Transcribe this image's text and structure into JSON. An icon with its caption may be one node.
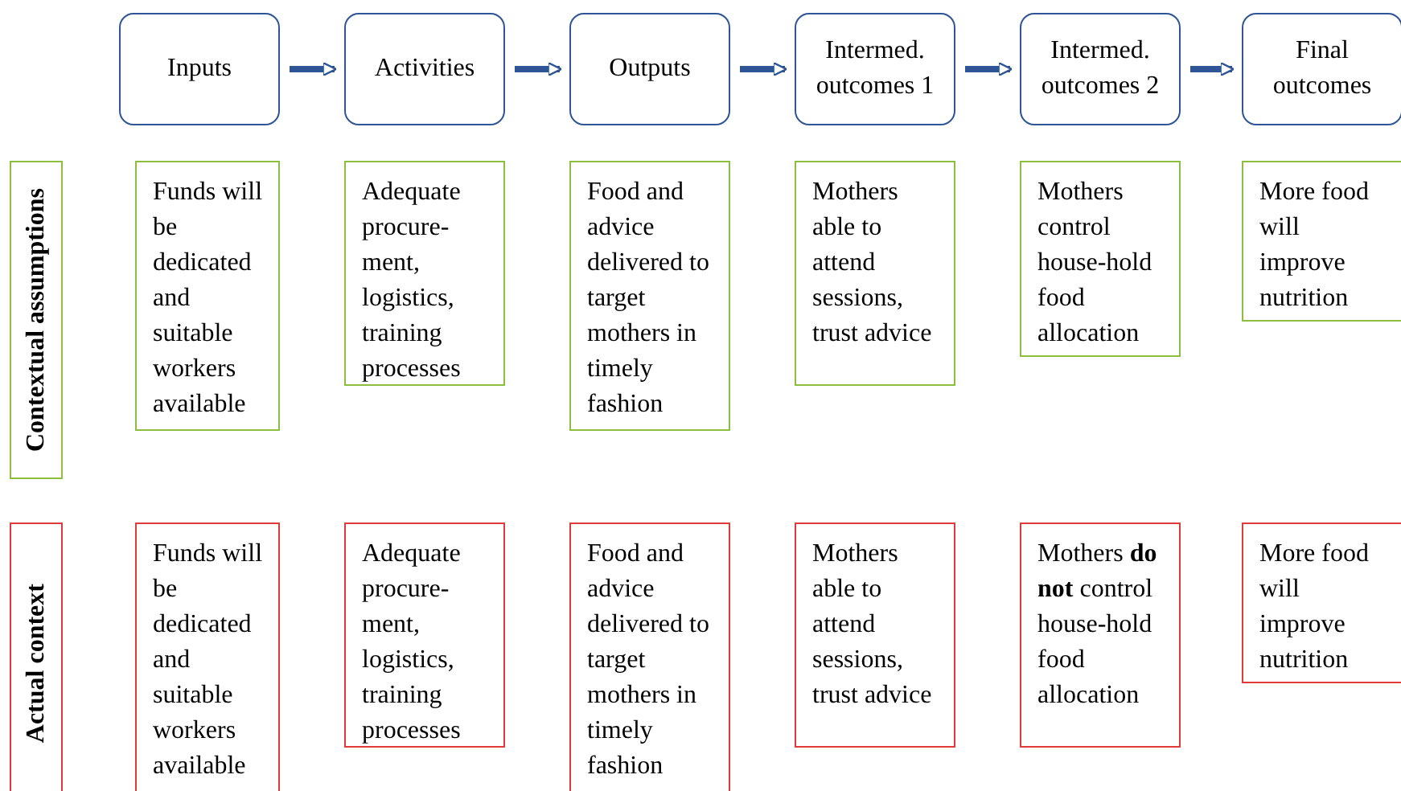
{
  "diagram": {
    "nodes": [
      {
        "text": [
          "Inputs"
        ]
      },
      {
        "text": [
          "Activities"
        ]
      },
      {
        "text": [
          "Outputs"
        ]
      },
      {
        "text": [
          "Intermed. outcomes 1"
        ]
      },
      {
        "text": [
          "Intermed. outcomes 2"
        ]
      },
      {
        "text": [
          "Final outcomes"
        ]
      },
      {
        "text": [
          "Contextual assumptions"
        ]
      },
      {
        "text": [
          "Funds will be dedicated and suitable workers available"
        ]
      },
      {
        "text": [
          "Adequate procure-ment, logistics, training processes"
        ]
      },
      {
        "text": [
          "Food and advice delivered to target mothers in timely fashion"
        ]
      },
      {
        "text": [
          "Mothers able to attend sessions, trust advice"
        ]
      },
      {
        "text": [
          "Mothers control house-hold food allocation"
        ]
      },
      {
        "text": [
          "More food will improve nutrition"
        ]
      },
      {
        "text": [
          "Actual context"
        ]
      },
      {
        "text": [
          "Funds will be dedicated and suitable workers available"
        ]
      },
      {
        "text": [
          "Adequate procure-ment, logistics, training processes"
        ]
      },
      {
        "text": [
          "Food and advice delivered to target mothers in timely fashion"
        ]
      },
      {
        "text": [
          "Mothers able to attend sessions, trust advice"
        ]
      },
      {
        "text": [
          "Mothers **do not** control house-hold food allocation"
        ]
      },
      {
        "text": [
          "More food will improve nutrition"
        ]
      }
    ],
    "edges": [
      {
        "from": 0,
        "to": 1,
        "arrow": "to"
      },
      {
        "from": 1,
        "to": 2,
        "arrow": "to"
      },
      {
        "from": 2,
        "to": 3,
        "arrow": "to"
      },
      {
        "from": 3,
        "to": 4,
        "arrow": "to"
      },
      {
        "from": 4,
        "to": 5,
        "arrow": "to"
      }
    ]
  }
}
